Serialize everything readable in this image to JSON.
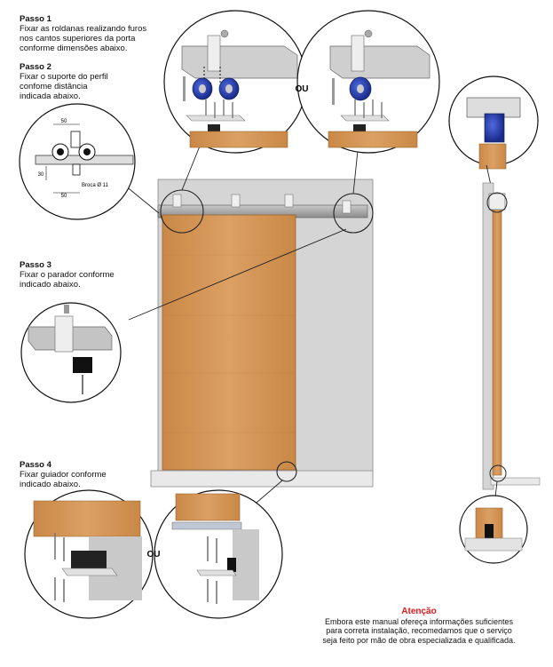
{
  "steps": [
    {
      "title": "Passo 1",
      "text": "Fixar as roldanas realizando furos\nnos cantos superiores da porta\nconforme dimensões abaixo."
    },
    {
      "title": "Passo 2",
      "text": "Fixar o suporte do perfil\nconfome distância\nindicada abaixo."
    },
    {
      "title": "Passo 3",
      "text": "Fixar o parador conforme\nindicado abaixo."
    },
    {
      "title": "Passo 4",
      "text": "Fixar guiador conforme\nindicado abaixo."
    }
  ],
  "detail": {
    "dim_top": "50",
    "dim_bottom": "50",
    "dim_side": "30",
    "drill_label": "Broca Ø 11"
  },
  "or_label_top": "OU",
  "or_label_bottom": "OU",
  "attention": {
    "heading": "Atenção",
    "text": "Embora este manual ofereça informações suficientes\npara correta instalação, recomedamos que o serviço\nseja feito por mão de obra especializada e qualificada."
  }
}
